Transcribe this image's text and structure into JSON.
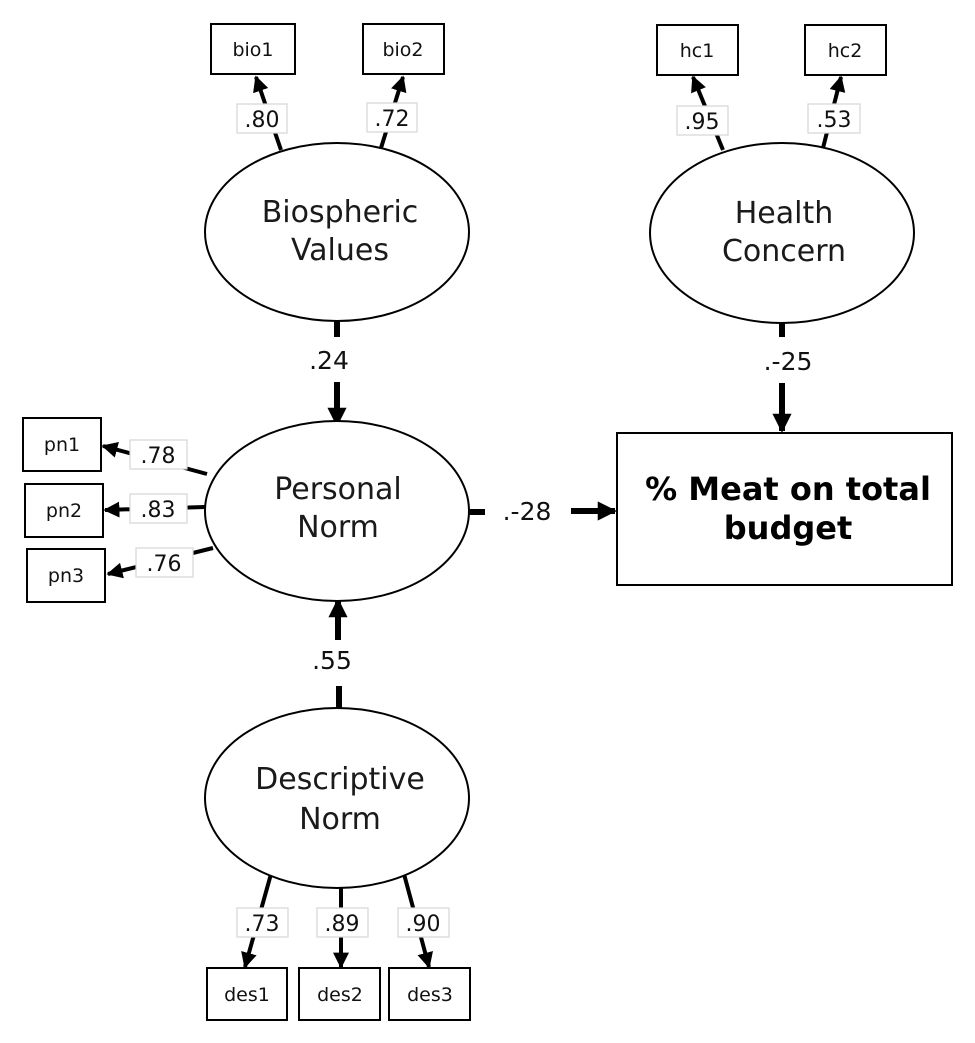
{
  "latents": {
    "bio": {
      "line1": "Biospheric",
      "line2": "Values"
    },
    "hc": {
      "line1": "Health",
      "line2": "Concern"
    },
    "pn": {
      "line1": "Personal",
      "line2": "Norm"
    },
    "des": {
      "line1": "Descriptive",
      "line2": "Norm"
    }
  },
  "outcome": {
    "line1": "% Meat on total",
    "line2": "budget"
  },
  "indicators": {
    "bio1": "bio1",
    "bio2": "bio2",
    "hc1": "hc1",
    "hc2": "hc2",
    "pn1": "pn1",
    "pn2": "pn2",
    "pn3": "pn3",
    "des1": "des1",
    "des2": "des2",
    "des3": "des3"
  },
  "loadings": {
    "bio1": ".80",
    "bio2": ".72",
    "hc1": ".95",
    "hc2": ".53",
    "pn1": ".78",
    "pn2": ".83",
    "pn3": ".76",
    "des1": ".73",
    "des2": ".89",
    "des3": ".90"
  },
  "paths": {
    "bio_pn": ".24",
    "hc_out": ".-25",
    "pn_out": ".-28",
    "des_pn": ".55"
  }
}
